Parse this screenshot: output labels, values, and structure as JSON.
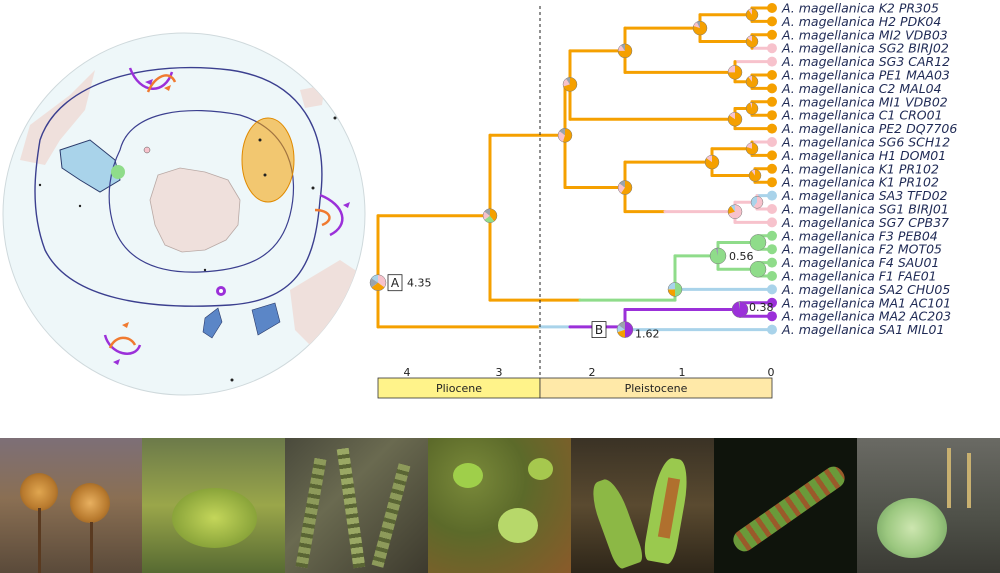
{
  "tree": {
    "tips": [
      {
        "species": "A. magellanica",
        "code": "K2 PR305",
        "color": "#f5a000"
      },
      {
        "species": "A. magellanica",
        "code": "H2 PDK04",
        "color": "#f5a000"
      },
      {
        "species": "A. magellanica",
        "code": "MI2 VDB03",
        "color": "#f5a000"
      },
      {
        "species": "A. magellanica",
        "code": "SG2 BIRJ02",
        "color": "#f7c2cc"
      },
      {
        "species": "A. magellanica",
        "code": "SG3 CAR12",
        "color": "#f7c2cc"
      },
      {
        "species": "A. magellanica",
        "code": "PE1 MAA03",
        "color": "#f5a000"
      },
      {
        "species": "A. magellanica",
        "code": "C2 MAL04",
        "color": "#f5a000"
      },
      {
        "species": "A. magellanica",
        "code": "MI1 VDB02",
        "color": "#f5a000"
      },
      {
        "species": "A. magellanica",
        "code": "C1 CRO01",
        "color": "#f5a000"
      },
      {
        "species": "A. magellanica",
        "code": "PE2 DQ7706",
        "color": "#f5a000"
      },
      {
        "species": "A. magellanica",
        "code": "SG6 SCH12",
        "color": "#f7c2cc"
      },
      {
        "species": "A. magellanica",
        "code": "H1 DOM01",
        "color": "#f5a000"
      },
      {
        "species": "A. magellanica",
        "code": "K1 PR102",
        "color": "#f5a000"
      },
      {
        "species": "A. magellanica",
        "code": "K1 PR102",
        "color": "#f5a000"
      },
      {
        "species": "A. magellanica",
        "code": "SA3 TFD02",
        "color": "#a9d3ea"
      },
      {
        "species": "A. magellanica",
        "code": "SG1 BIRJ01",
        "color": "#f7c2cc"
      },
      {
        "species": "A. magellanica",
        "code": "SG7 CPB37",
        "color": "#f7c2cc"
      },
      {
        "species": "A. magellanica",
        "code": "F3 PEB04",
        "color": "#8fdc8a"
      },
      {
        "species": "A. magellanica",
        "code": "F2 MOT05",
        "color": "#8fdc8a"
      },
      {
        "species": "A. magellanica",
        "code": "F4 SAU01",
        "color": "#8fdc8a"
      },
      {
        "species": "A. magellanica",
        "code": "F1 FAE01",
        "color": "#8fdc8a"
      },
      {
        "species": "A. magellanica",
        "code": "SA2 CHU05",
        "color": "#a9d3ea"
      },
      {
        "species": "A. magellanica",
        "code": "MA1 AC101",
        "color": "#9b30d9"
      },
      {
        "species": "A. magellanica",
        "code": "MA2 AC203",
        "color": "#9b30d9"
      },
      {
        "species": "A. magellanica",
        "code": "SA1 MIL01",
        "color": "#a9d3ea"
      }
    ],
    "node_annotations": [
      {
        "letter": "A",
        "value": "4.35"
      },
      {
        "letter": "B",
        "value": "1.62"
      },
      {
        "letter": "",
        "value": "0.56"
      },
      {
        "letter": "",
        "value": "0.38"
      }
    ]
  },
  "axis": {
    "ticks": [
      "4",
      "3",
      "2",
      "1",
      "0"
    ],
    "epochs": [
      {
        "name": "Pliocene",
        "color": "#fff38a"
      },
      {
        "name": "Pleistocene",
        "color": "#ffe9a8"
      }
    ]
  },
  "colors": {
    "orange": "#f5a000",
    "pink": "#f7c2cc",
    "green": "#8fdc8a",
    "purple": "#9b30d9",
    "blue": "#a9d3ea",
    "grey": "#9aa3ad",
    "land": "#efe0dc",
    "ocean": "#eef7f9",
    "front": "#3b3f8f"
  }
}
